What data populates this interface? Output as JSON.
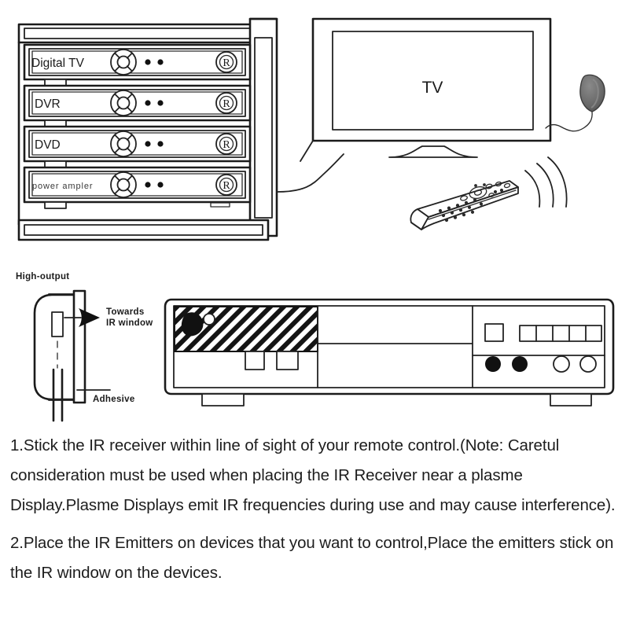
{
  "rack": {
    "devices": [
      {
        "label": "Digital TV",
        "style": "normal",
        "badge": "R"
      },
      {
        "label": "DVR",
        "style": "normal",
        "badge": "R"
      },
      {
        "label": "DVD",
        "style": "normal",
        "badge": "R"
      },
      {
        "label": "power ampler",
        "style": "small",
        "badge": "R"
      }
    ]
  },
  "tv": {
    "screen_label": "TV"
  },
  "emitter_diagram": {
    "callouts": {
      "high_output": "High-output",
      "towards_ir_window_line1": "Towards",
      "towards_ir_window_line2": "IR window",
      "adhesive": "Adhesive"
    }
  },
  "instructions": {
    "item1": "1.Stick the IR receiver within line of sight of your remote control.(Note: Caretul consideration must be used when placing the IR Receiver near a plasme Display.Plasme Displays emit IR frequencies during use and may cause interference).",
    "item2": "2.Place the IR Emitters on devices that you want to control,Place the emitters stick on the IR window on the devices."
  },
  "colors": {
    "line": "#1b1b1b",
    "solid_fill": "#111111",
    "receiver_body": "#6e6e6e",
    "background": "#ffffff"
  }
}
